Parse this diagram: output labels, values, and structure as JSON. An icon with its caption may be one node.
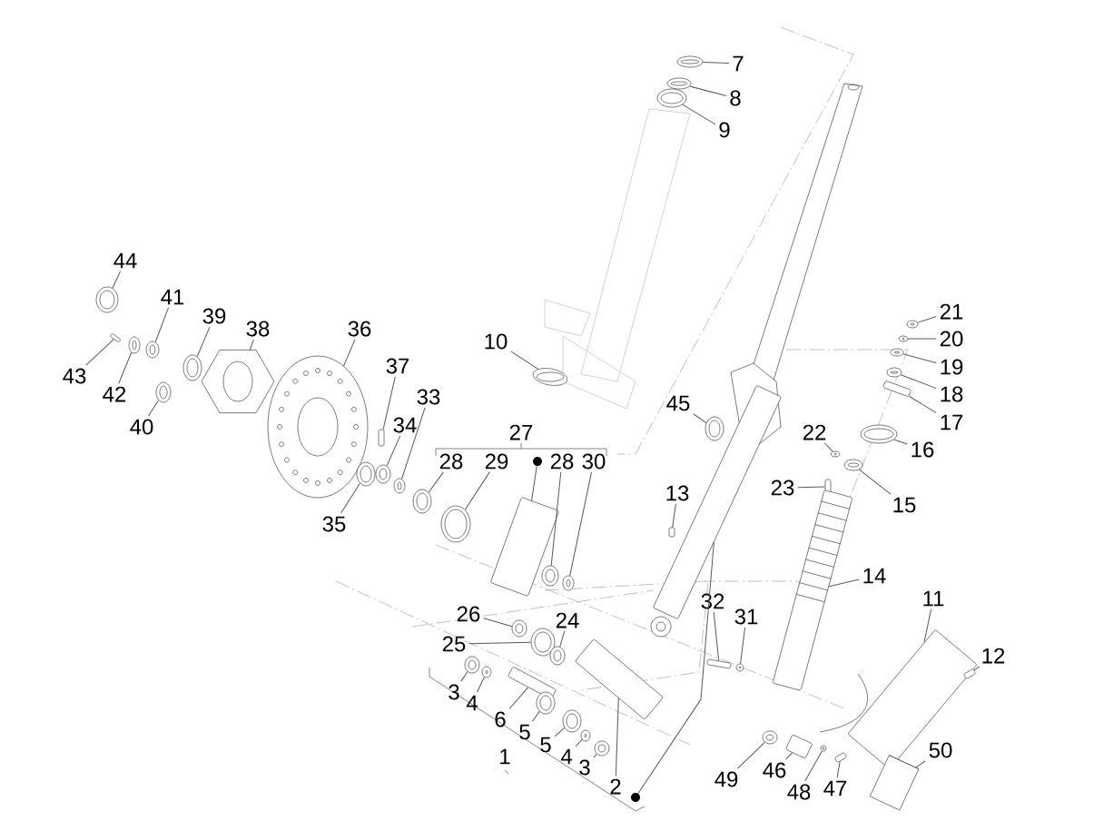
{
  "diagram": {
    "nodes": [
      {
        "text": [
          "7"
        ]
      },
      {
        "text": [
          "8"
        ]
      },
      {
        "text": [
          "9"
        ]
      },
      {
        "text": [
          "44"
        ]
      },
      {
        "text": [
          "41"
        ]
      },
      {
        "text": [
          "39"
        ]
      },
      {
        "text": [
          "38"
        ]
      },
      {
        "text": [
          "36"
        ]
      },
      {
        "text": [
          "43"
        ]
      },
      {
        "text": [
          "42"
        ]
      },
      {
        "text": [
          "40"
        ]
      },
      {
        "text": [
          "37"
        ]
      },
      {
        "text": [
          "33"
        ]
      },
      {
        "text": [
          "34"
        ]
      },
      {
        "text": [
          "10"
        ]
      },
      {
        "text": [
          "45"
        ]
      },
      {
        "text": [
          "21"
        ]
      },
      {
        "text": [
          "20"
        ]
      },
      {
        "text": [
          "19"
        ]
      },
      {
        "text": [
          "18"
        ]
      },
      {
        "text": [
          "17"
        ]
      },
      {
        "text": [
          "16"
        ]
      },
      {
        "text": [
          "15"
        ]
      },
      {
        "text": [
          "22"
        ]
      },
      {
        "text": [
          "23"
        ]
      },
      {
        "text": [
          "35"
        ]
      },
      {
        "text": [
          "27"
        ]
      },
      {
        "text": [
          "28"
        ]
      },
      {
        "text": [
          "29"
        ]
      },
      {
        "text": [
          "28"
        ]
      },
      {
        "text": [
          "30"
        ]
      },
      {
        "text": [
          "13"
        ]
      },
      {
        "text": [
          "14"
        ]
      },
      {
        "text": [
          "11"
        ]
      },
      {
        "text": [
          "12"
        ]
      },
      {
        "text": [
          "26"
        ]
      },
      {
        "text": [
          "25"
        ]
      },
      {
        "text": [
          "24"
        ]
      },
      {
        "text": [
          "3"
        ]
      },
      {
        "text": [
          "4"
        ]
      },
      {
        "text": [
          "6"
        ]
      },
      {
        "text": [
          "5"
        ]
      },
      {
        "text": [
          "5"
        ]
      },
      {
        "text": [
          "4"
        ]
      },
      {
        "text": [
          "3"
        ]
      },
      {
        "text": [
          "1"
        ]
      },
      {
        "text": [
          "2"
        ]
      },
      {
        "text": [
          "32"
        ]
      },
      {
        "text": [
          "31"
        ]
      },
      {
        "text": [
          "49"
        ]
      },
      {
        "text": [
          "46"
        ]
      },
      {
        "text": [
          "48"
        ]
      },
      {
        "text": [
          "47"
        ]
      },
      {
        "text": [
          "50"
        ]
      },
      {
        "text": [],
        "shape": "ring"
      },
      {
        "text": [],
        "shape": "ring"
      },
      {
        "text": [],
        "shape": "ring"
      },
      {
        "text": [],
        "shape": "ring"
      },
      {
        "text": [],
        "shape": "ring"
      },
      {
        "text": [],
        "shape": "ring"
      },
      {
        "text": [],
        "shape": "hexagon"
      },
      {
        "text": [],
        "shape": "disc"
      },
      {
        "text": [],
        "shape": "box"
      },
      {
        "text": [],
        "shape": "ring"
      },
      {
        "text": [],
        "shape": "ring"
      },
      {
        "text": [],
        "shape": "box"
      },
      {
        "text": [],
        "shape": "ring"
      },
      {
        "text": [],
        "shape": "ring"
      },
      {
        "text": [],
        "shape": "ring"
      },
      {
        "text": [],
        "shape": "ring"
      },
      {
        "text": [],
        "shape": "ring"
      },
      {
        "text": [],
        "shape": "ring"
      },
      {
        "text": [],
        "shape": "ring"
      },
      {
        "text": [],
        "shape": "ring"
      },
      {
        "text": [],
        "shape": "box"
      },
      {
        "text": [],
        "shape": "ring"
      },
      {
        "text": [],
        "shape": "ring"
      },
      {
        "text": [],
        "shape": "ring"
      },
      {
        "text": [],
        "shape": "box"
      },
      {
        "text": [],
        "shape": "ring"
      },
      {
        "text": [],
        "shape": "ring"
      },
      {
        "text": [],
        "shape": "ring"
      },
      {
        "text": [],
        "shape": "ring"
      },
      {
        "text": [],
        "shape": "ring"
      },
      {
        "text": [],
        "shape": "box"
      },
      {
        "text": [],
        "shape": "box"
      },
      {
        "text": [],
        "shape": "box"
      },
      {
        "text": [],
        "shape": "box"
      },
      {
        "text": [],
        "shape": "ring"
      },
      {
        "text": [],
        "shape": "ring"
      },
      {
        "text": [],
        "shape": "ring"
      },
      {
        "text": [],
        "shape": "ring"
      },
      {
        "text": [],
        "shape": "ring"
      },
      {
        "text": [],
        "shape": "box"
      },
      {
        "text": [],
        "shape": "ring"
      },
      {
        "text": [],
        "shape": "ring"
      },
      {
        "text": [],
        "shape": "ring"
      },
      {
        "text": [],
        "shape": "ring"
      },
      {
        "text": [],
        "shape": "box"
      },
      {
        "text": [],
        "shape": "box"
      },
      {
        "text": [],
        "shape": "ring"
      },
      {
        "text": [],
        "shape": "ring"
      },
      {
        "text": [],
        "shape": "box"
      },
      {
        "text": [],
        "shape": "ring"
      },
      {
        "text": [],
        "shape": "box"
      },
      {
        "text": [],
        "shape": "cylinder"
      },
      {
        "text": [],
        "shape": "dot"
      },
      {
        "text": [],
        "shape": "box"
      },
      {
        "text": [],
        "shape": "dot"
      },
      {
        "text": [],
        "shape": "box"
      }
    ],
    "edges": [
      {
        "from": 0,
        "to": 54,
        "arrow": "none"
      },
      {
        "from": 1,
        "to": 55,
        "arrow": "none"
      },
      {
        "from": 2,
        "to": 56,
        "arrow": "none"
      },
      {
        "from": 3,
        "to": 57,
        "arrow": "none"
      },
      {
        "from": 4,
        "to": 58,
        "arrow": "none"
      },
      {
        "from": 5,
        "to": 59,
        "arrow": "none"
      },
      {
        "from": 6,
        "to": 60,
        "arrow": "none"
      },
      {
        "from": 7,
        "to": 61,
        "arrow": "none"
      },
      {
        "from": 8,
        "to": 62,
        "arrow": "none"
      },
      {
        "from": 9,
        "to": 63,
        "arrow": "none"
      },
      {
        "from": 10,
        "to": 64,
        "arrow": "none"
      },
      {
        "from": 11,
        "to": 65,
        "arrow": "none"
      },
      {
        "from": 12,
        "to": 66,
        "arrow": "none"
      },
      {
        "from": 13,
        "to": 67,
        "arrow": "none"
      },
      {
        "from": 14,
        "to": 68,
        "arrow": "none"
      },
      {
        "from": 15,
        "to": 69,
        "arrow": "none"
      },
      {
        "from": 16,
        "to": 70,
        "arrow": "none"
      },
      {
        "from": 17,
        "to": 71,
        "arrow": "none"
      },
      {
        "from": 18,
        "to": 72,
        "arrow": "none"
      },
      {
        "from": 19,
        "to": 73,
        "arrow": "none"
      },
      {
        "from": 20,
        "to": 74,
        "arrow": "none"
      },
      {
        "from": 21,
        "to": 75,
        "arrow": "none"
      },
      {
        "from": 22,
        "to": 76,
        "arrow": "none"
      },
      {
        "from": 23,
        "to": 77,
        "arrow": "none"
      },
      {
        "from": 24,
        "to": 78,
        "arrow": "none"
      },
      {
        "from": 25,
        "to": 79,
        "arrow": "none"
      },
      {
        "from": 27,
        "to": 80,
        "arrow": "none"
      },
      {
        "from": 28,
        "to": 81,
        "arrow": "none"
      },
      {
        "from": 29,
        "to": 82,
        "arrow": "none"
      },
      {
        "from": 30,
        "to": 83,
        "arrow": "none"
      },
      {
        "from": 31,
        "to": 84,
        "arrow": "none"
      },
      {
        "from": 32,
        "to": 85,
        "arrow": "none"
      },
      {
        "from": 33,
        "to": 86,
        "arrow": "none"
      },
      {
        "from": 34,
        "to": 87,
        "arrow": "none"
      },
      {
        "from": 35,
        "to": 88,
        "arrow": "none"
      },
      {
        "from": 36,
        "to": 89,
        "arrow": "none"
      },
      {
        "from": 37,
        "to": 90,
        "arrow": "none"
      },
      {
        "from": 38,
        "to": 91,
        "arrow": "none"
      },
      {
        "from": 39,
        "to": 92,
        "arrow": "none"
      },
      {
        "from": 40,
        "to": 93,
        "arrow": "none"
      },
      {
        "from": 41,
        "to": 94,
        "arrow": "none"
      },
      {
        "from": 42,
        "to": 95,
        "arrow": "none"
      },
      {
        "from": 43,
        "to": 96,
        "arrow": "none"
      },
      {
        "from": 44,
        "to": 97,
        "arrow": "none"
      },
      {
        "from": 46,
        "to": 98,
        "arrow": "none"
      },
      {
        "from": 47,
        "to": 99,
        "arrow": "none"
      },
      {
        "from": 48,
        "to": 100,
        "arrow": "none"
      },
      {
        "from": 49,
        "to": 101,
        "arrow": "none"
      },
      {
        "from": 50,
        "to": 102,
        "arrow": "none"
      },
      {
        "from": 51,
        "to": 103,
        "arrow": "none"
      },
      {
        "from": 52,
        "to": 104,
        "arrow": "none"
      },
      {
        "from": 53,
        "to": 105,
        "arrow": "none"
      },
      {
        "from": 106,
        "to": 107,
        "arrow": "none"
      },
      {
        "from": 108,
        "to": 109,
        "arrow": "none"
      }
    ]
  }
}
